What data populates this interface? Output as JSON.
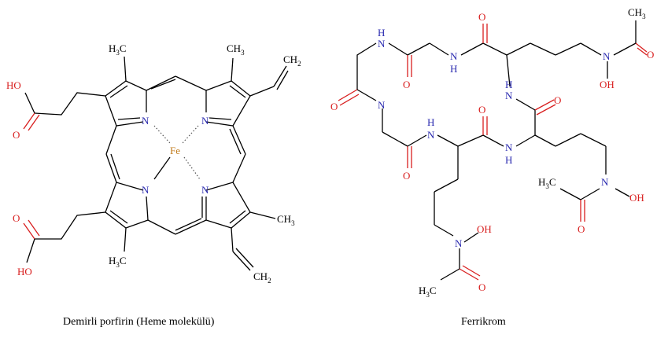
{
  "captions": {
    "left": "Demirli porfirin (Heme molekülü)",
    "right": "Ferrikrom"
  },
  "atoms": {
    "n": "N",
    "fe": "Fe",
    "o": "O",
    "h": "H",
    "ho": "HO",
    "oh": "OH",
    "c": "C",
    "ch": "CH",
    "sub3": "3",
    "sub2": "2"
  },
  "colors": {
    "nitrogen": "#2b2bb0",
    "oxygen": "#d81e1e",
    "iron": "#c07a1a",
    "bond": "#000000"
  }
}
